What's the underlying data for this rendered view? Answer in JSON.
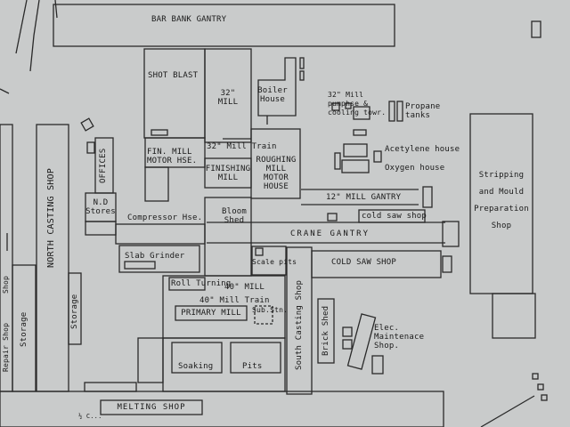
{
  "labels": {
    "bar_bank_gantry": "BAR BANK GANTRY",
    "shot_blast": "SHOT BLAST",
    "mill_32": "32\" MILL",
    "boiler_house": "Boiler House",
    "mill_pumphse": "32\" Mill pumphse & cooling towr.",
    "propane_tanks": "Propane tanks",
    "mill_32_train": "32\" Mill Train",
    "fin_mill_motor_hse": "FIN. MILL MOTOR HSE.",
    "finishing_mill": "FINISHING MILL",
    "roughing_mill_motor_house": "ROUGHING MILL MOTOR HOUSE",
    "acetylene_house": "Acetylene house",
    "oxygen_house": "Oxygen house",
    "offices": "OFFICES",
    "north_casting_shop": "NORTH CASTING SHOP",
    "nd_stores": "N.D Stores",
    "compressor_hse": "Compressor Hse.",
    "bloom_shed": "Bloom Shed",
    "mill_12_gantry": "12\" MILL GANTRY",
    "cold_saw_shop_small": "cold saw shop",
    "crane_gantry": "CRANE GANTRY",
    "stripping_mould": "Stripping and Mould Preparation Shop",
    "slab_grinder": "Slab Grinder",
    "scale_pits": "Scale pits",
    "cold_saw_shop": "COLD SAW SHOP",
    "roll_turning": "Roll Turning",
    "mill_40": "40\" MILL",
    "mill_40_train": "40\" Mill Train",
    "primary_mill": "PRIMARY MILL",
    "sub_stn": "Sub.Stn.",
    "south_casting_shop": "South Casting Shop",
    "brick_shed": "Brick Shed",
    "elec_maintenance": "Elec. Maintenace Shop.",
    "soaking": "Soaking",
    "pits": "Pits",
    "storage_left": "Storage",
    "storage_right": "Storage",
    "repair_shop": "Repair Shop",
    "melting_shop": "MELTING SHOP",
    "left_edge_shop": "Shop",
    "small_ref": "½ C..."
  }
}
